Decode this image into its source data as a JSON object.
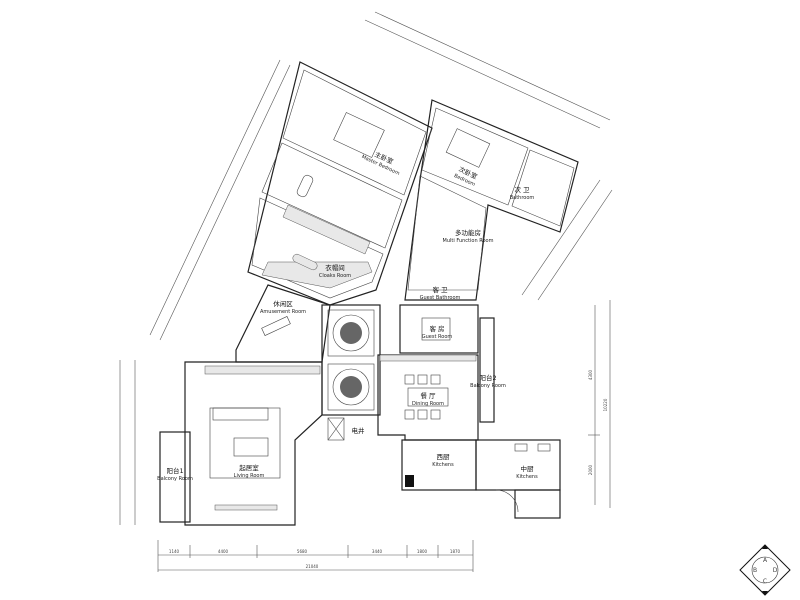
{
  "plan": {
    "rooms": [
      {
        "id": "master",
        "cn": "主卧室",
        "en": "Master Bedroom"
      },
      {
        "id": "bedroom",
        "cn": "次卧室",
        "en": "Bedroom"
      },
      {
        "id": "bath2",
        "cn": "次 卫",
        "en": "Bathroom"
      },
      {
        "id": "multi",
        "cn": "多功能房",
        "en": "Multi Function Room"
      },
      {
        "id": "cloaks",
        "cn": "衣帽间",
        "en": "Cloaks Room"
      },
      {
        "id": "guestbath",
        "cn": "客 卫",
        "en": "Guest Bathroom"
      },
      {
        "id": "amuse",
        "cn": "休闲区",
        "en": "Amusement Room"
      },
      {
        "id": "guest",
        "cn": "客 房",
        "en": "Guest Room"
      },
      {
        "id": "dining",
        "cn": "餐 厅",
        "en": "Dining Room"
      },
      {
        "id": "balcony2",
        "cn": "阳台2",
        "en": "Balcony Room"
      },
      {
        "id": "living",
        "cn": "起居室",
        "en": "Living Room"
      },
      {
        "id": "balcony1",
        "cn": "阳台1",
        "en": "Balcony Room"
      },
      {
        "id": "westkitchen",
        "cn": "西厨",
        "en": "Kitchens"
      },
      {
        "id": "cnkitchen",
        "cn": "中厨",
        "en": "Kitchens"
      },
      {
        "id": "shaft",
        "cn": "电井"
      }
    ],
    "bottom_dimensions": [
      "1140",
      "4400",
      "5680",
      "3440",
      "1800",
      "1870"
    ],
    "bottom_total": "21040",
    "right_dimensions": [
      "4300",
      "2000"
    ],
    "right_total": "10220",
    "compass": {
      "top": "A",
      "left": "B",
      "bottom": "C",
      "right": "D"
    }
  }
}
